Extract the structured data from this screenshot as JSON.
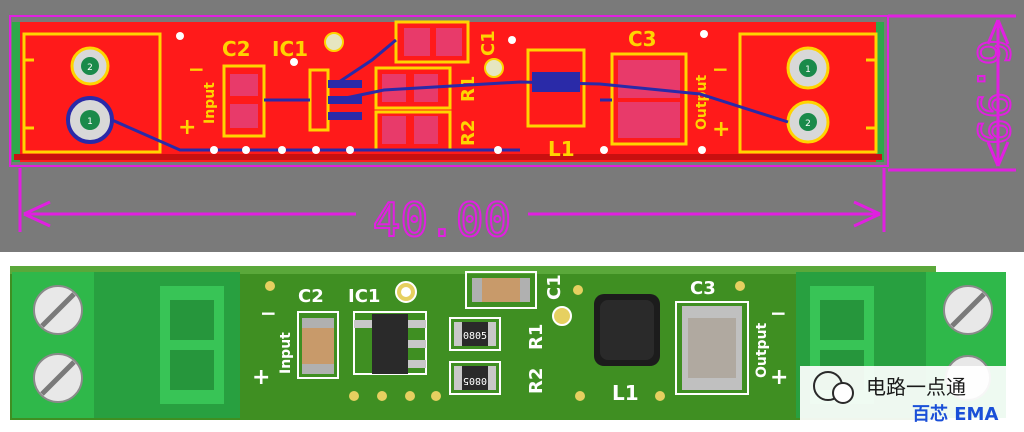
{
  "layout_view": {
    "background": "#7a7a7a",
    "board_color": "#ff1a1a",
    "silk_color": "#ffd400",
    "trace_color": "#2a2aa8",
    "dimension_color": "#e020e0",
    "labels": {
      "c2": "C2",
      "ic1": "IC1",
      "c1": "C1",
      "r1": "R1",
      "r2": "R2",
      "c3": "C3",
      "l1": "L1",
      "input": "Input",
      "output": "Output",
      "plus": "+",
      "minus": "−"
    },
    "terminal_left_pins": [
      "2",
      "1"
    ],
    "terminal_right_pins": [
      "1",
      "2"
    ],
    "dim_width": "40.00",
    "dim_height": "6.99"
  },
  "render_view": {
    "board_color": "#3f8f22",
    "connector_color": "#2fb84a",
    "silk_color": "#ffffff",
    "labels": {
      "c2": "C2",
      "ic1": "IC1",
      "c1": "C1",
      "r1": "R1",
      "r2": "R2",
      "c3": "C3",
      "l1": "L1",
      "input": "Input",
      "output": "Output",
      "plus": "+",
      "minus": "−",
      "r1_marking": "0805",
      "r2_marking": "0805"
    }
  },
  "watermark": {
    "line1": "电路一点通",
    "line2": "百芯 EMA"
  }
}
